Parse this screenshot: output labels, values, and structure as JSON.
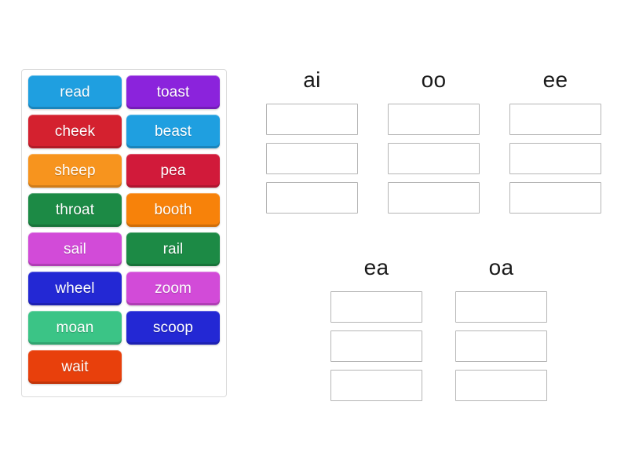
{
  "activity": {
    "type": "group-sort",
    "background_color": "#ffffff"
  },
  "word_bank": {
    "name": "word-bank",
    "border_color": "#dcdcdc",
    "tiles": [
      {
        "label": "read",
        "color": "#1F9FE0"
      },
      {
        "label": "toast",
        "color": "#8B23DC"
      },
      {
        "label": "cheek",
        "color": "#D4212F"
      },
      {
        "label": "beast",
        "color": "#1F9FE0"
      },
      {
        "label": "sheep",
        "color": "#F7941E"
      },
      {
        "label": "pea",
        "color": "#D11A3A"
      },
      {
        "label": "throat",
        "color": "#1C8A45"
      },
      {
        "label": "booth",
        "color": "#F7820A"
      },
      {
        "label": "sail",
        "color": "#D24BD8"
      },
      {
        "label": "rail",
        "color": "#1C8A45"
      },
      {
        "label": "wheel",
        "color": "#2328D4"
      },
      {
        "label": "zoom",
        "color": "#D24BD8"
      },
      {
        "label": "moan",
        "color": "#3BC486"
      },
      {
        "label": "scoop",
        "color": "#2328D4"
      },
      {
        "label": "wait",
        "color": "#E8400C"
      }
    ]
  },
  "categories": {
    "dropzone_border_color": "#b5b5b5",
    "row1": [
      {
        "title": "ai",
        "slots": [
          "",
          "",
          ""
        ]
      },
      {
        "title": "oo",
        "slots": [
          "",
          "",
          ""
        ]
      },
      {
        "title": "ee",
        "slots": [
          "",
          "",
          ""
        ]
      }
    ],
    "row2": [
      {
        "title": "ea",
        "slots": [
          "",
          "",
          ""
        ]
      },
      {
        "title": "oa",
        "slots": [
          "",
          "",
          ""
        ]
      }
    ]
  }
}
